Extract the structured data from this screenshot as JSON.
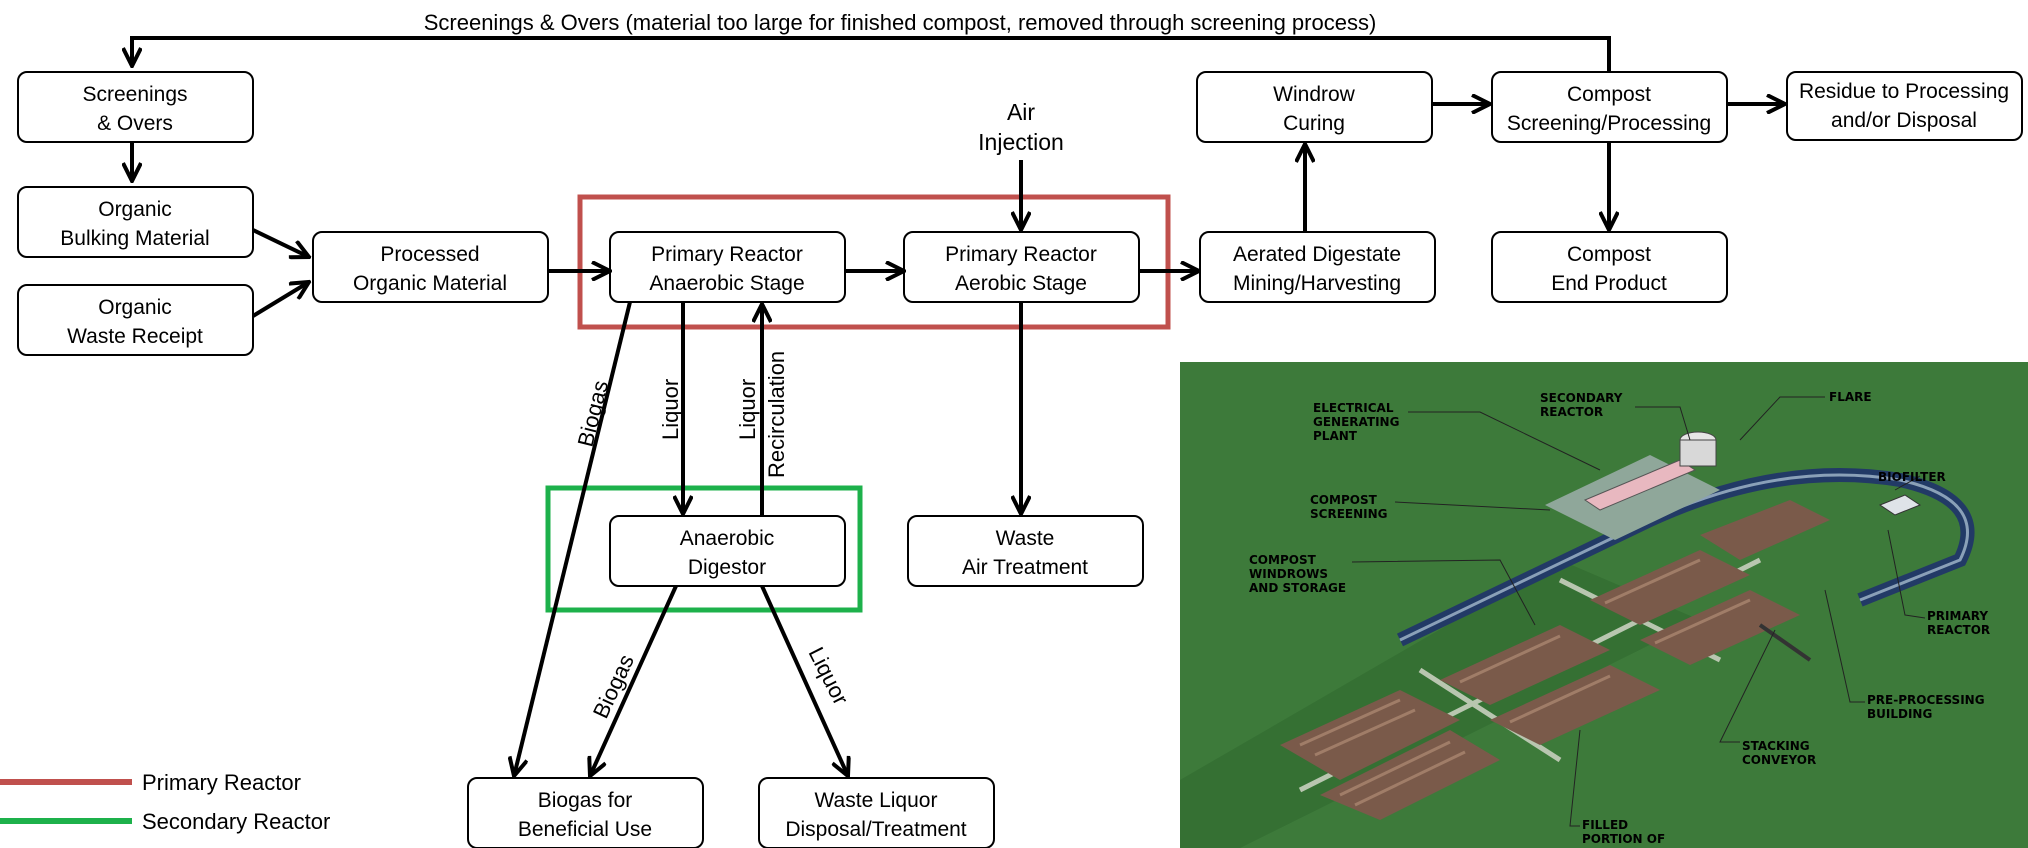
{
  "top_label": "Screenings & Overs (material too large for finished compost, removed through screening process)",
  "boxes": {
    "screenings": [
      "Screenings",
      "& Overs"
    ],
    "bulking": [
      "Organic",
      "Bulking Material"
    ],
    "waste_receipt": [
      "Organic",
      "Waste Receipt"
    ],
    "processed": [
      "Processed",
      "Organic Material"
    ],
    "anaerobic_stage": [
      "Primary Reactor",
      "Anaerobic Stage"
    ],
    "aerobic_stage": [
      "Primary Reactor",
      "Aerobic Stage"
    ],
    "aerated": [
      "Aerated Digestate",
      "Mining/Harvesting"
    ],
    "windrow": [
      "Windrow",
      "Curing"
    ],
    "compost_screening": [
      "Compost",
      "Screening/Processing"
    ],
    "residue": [
      "Residue to Processing",
      "and/or Disposal"
    ],
    "compost_end": [
      "Compost",
      "End Product"
    ],
    "digestor": [
      "Anaerobic",
      "Digestor"
    ],
    "waste_air": [
      "Waste",
      "Air Treatment"
    ],
    "biogas_use": [
      "Biogas for",
      "Beneficial Use"
    ],
    "liquor_disposal": [
      "Waste Liquor",
      "Disposal/Treatment"
    ]
  },
  "air_injection": [
    "Air",
    "Injection"
  ],
  "edge_labels": {
    "biogas_left": "Biogas",
    "liquor_down": "Liquor",
    "liquor_recirc_1": "Liquor",
    "liquor_recirc_2": "Recirculation",
    "biogas_digestor": "Biogas",
    "liquor_digestor": "Liquor"
  },
  "legend": [
    {
      "label": "Primary Reactor",
      "color": "#c0504d"
    },
    {
      "label": "Secondary Reactor",
      "color": "#1db14b"
    }
  ],
  "aerial": {
    "labels": [
      "ELECTRICAL",
      "GENERATING",
      "PLANT",
      "SECONDARY",
      "REACTOR",
      "FLARE",
      "BIOFILTER",
      "COMPOST",
      "SCREENING",
      "COMPOST",
      "WINDROWS",
      "AND STORAGE",
      "PRIMARY",
      "REACTOR",
      "PRE-PROCESSING",
      "BUILDING",
      "STACKING",
      "CONVEYOR",
      "FILLED",
      "PORTION OF"
    ],
    "colors": {
      "grass": "#3d7a3a",
      "pad": "#7a5a4a",
      "water": "#223a66"
    }
  }
}
